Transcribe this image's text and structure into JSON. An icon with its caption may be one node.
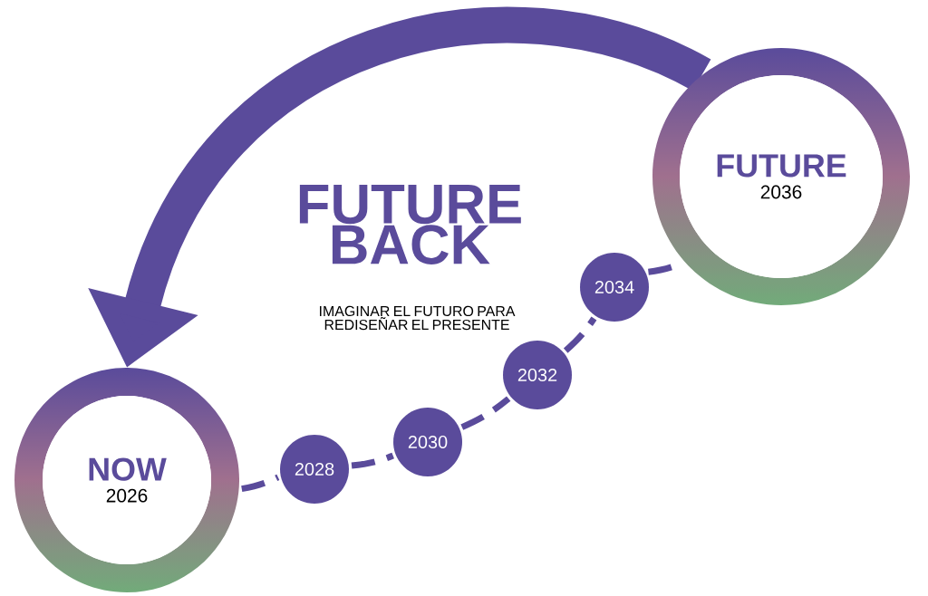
{
  "diagram": {
    "title": "FUTURE BACK",
    "nodes": [
      {
        "text": [
          "NOW",
          "2026"
        ]
      },
      {
        "text": [
          "2028"
        ]
      },
      {
        "text": [
          "2030"
        ]
      },
      {
        "text": [
          "2032"
        ]
      },
      {
        "text": [
          "2034"
        ]
      },
      {
        "text": [
          "FUTURE",
          "2036"
        ]
      }
    ],
    "edges": [
      {
        "from": 0,
        "to": 1,
        "arrow": "none",
        "style": "dashed"
      },
      {
        "from": 1,
        "to": 2,
        "arrow": "none",
        "style": "dashed"
      },
      {
        "from": 2,
        "to": 3,
        "arrow": "none",
        "style": "dashed"
      },
      {
        "from": 3,
        "to": 4,
        "arrow": "none",
        "style": "dashed"
      },
      {
        "from": 4,
        "to": 5,
        "arrow": "none",
        "style": "dashed"
      },
      {
        "from": 5,
        "to": 0,
        "arrow": "to",
        "style": "thick"
      }
    ],
    "labels": [
      "IMAGINAR EL FUTURO PARA REDISEÑAR EL PRESENTE"
    ]
  }
}
